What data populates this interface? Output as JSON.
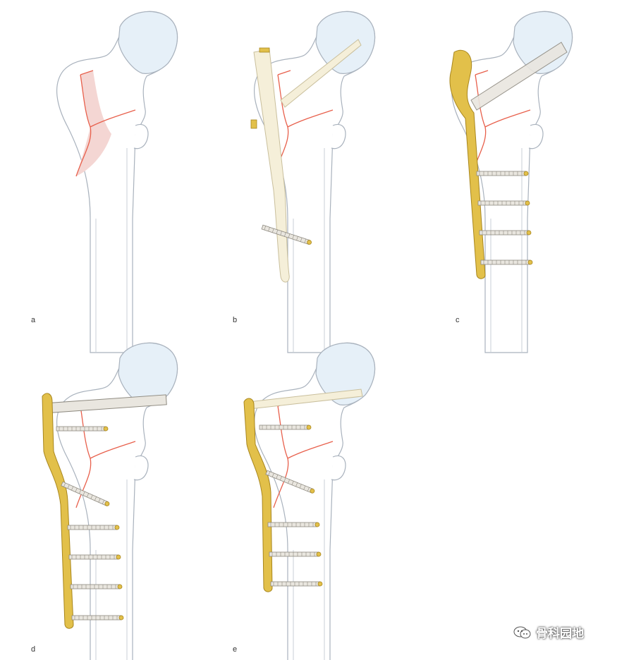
{
  "colors": {
    "bone_fill": "#ffffff",
    "bone_stroke": "#a9b2bd",
    "head_fill": "#e6f0f8",
    "fracture": "#e8604c",
    "fragment_fill": "#f4d6d3",
    "nail_fill": "#f5efd9",
    "nail_stroke": "#c9bf9c",
    "plate_fill": "#e2c04a",
    "plate_stroke": "#a8861e",
    "screw_fill": "#e9e6df",
    "screw_stroke": "#8e8a80"
  },
  "panels": [
    {
      "id": "a",
      "label": "a",
      "description": "fracture-only"
    },
    {
      "id": "b",
      "label": "b",
      "description": "intramedullary-nail"
    },
    {
      "id": "c",
      "label": "c",
      "description": "proximal-femoral-plate-with-lag-screw"
    },
    {
      "id": "d",
      "label": "d",
      "description": "angled-blade-plate-with-lag-screw"
    },
    {
      "id": "e",
      "label": "e",
      "description": "condylar-plate"
    }
  ],
  "watermark": {
    "text": "骨科园地",
    "icon": "wechat-icon"
  }
}
